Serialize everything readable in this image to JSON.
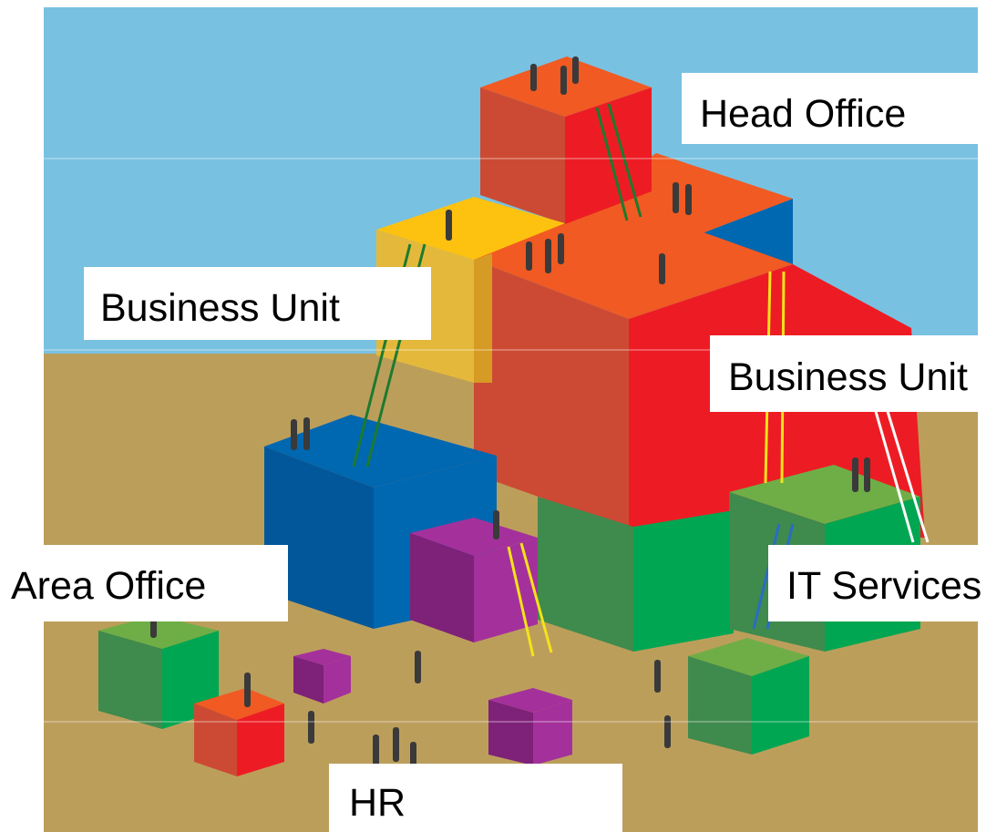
{
  "labels": {
    "head_office": "Head Office",
    "business_unit_left": "Business Unit",
    "business_unit_right": "Business Unit",
    "area_office": "Area Office",
    "it_services": "IT Services",
    "hr": "HR"
  },
  "colors": {
    "sky": "#79c1e1",
    "ground": "#bc9e5b",
    "orange": "#f15a22",
    "red": "#ed1c24",
    "yellow": "#fdc20f",
    "blue": "#0067b1",
    "purple": "#a4319b",
    "green": "#00a651",
    "ladder_green": "#1d7a2e",
    "ladder_yellow": "#f5e21a",
    "people": "#3a3a3a"
  },
  "icons": [
    "person-icon",
    "ladder-icon"
  ]
}
